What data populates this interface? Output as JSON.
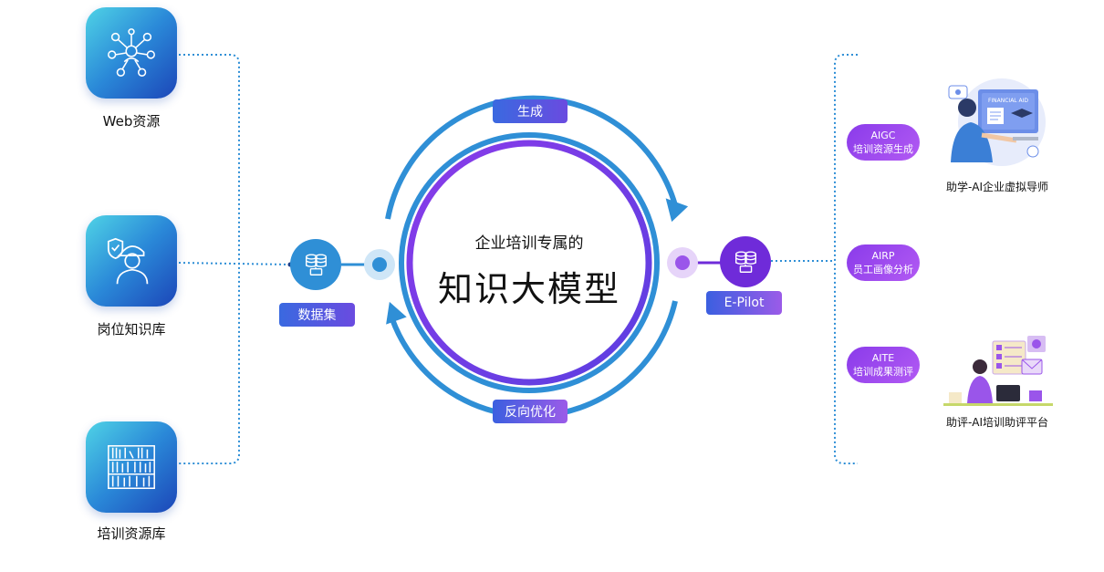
{
  "sources": [
    {
      "label": "Web资源",
      "icon": "network-people-icon"
    },
    {
      "label": "岗位知识库",
      "icon": "worker-shield-icon"
    },
    {
      "label": "培训资源库",
      "icon": "bookshelf-icon"
    }
  ],
  "dataset": {
    "label": "数据集",
    "icon": "database-icon"
  },
  "cycle": {
    "top_label": "生成",
    "bottom_label": "反向优化",
    "center_subtitle": "企业培训专属的",
    "center_title": "知识大模型"
  },
  "epilot": {
    "label": "E-Pilot",
    "icon": "database-icon"
  },
  "apps": [
    {
      "code": "AIGC",
      "desc": "培训资源生成"
    },
    {
      "code": "AIRP",
      "desc": "员工画像分析"
    },
    {
      "code": "AITE",
      "desc": "培训成果测评"
    }
  ],
  "outputs": [
    {
      "label": "助学-AI企业虚拟导师",
      "sign_text": "FINANCIAL AID"
    },
    {
      "label": "助评-AI培训助评平台"
    }
  ],
  "colors": {
    "blue": "#2f8fd6",
    "purple": "#6f2bd9",
    "light_purple": "#9a55ea",
    "pill_gradient_start": "#3a69e0",
    "pill_gradient_end": "#6a4be0"
  }
}
